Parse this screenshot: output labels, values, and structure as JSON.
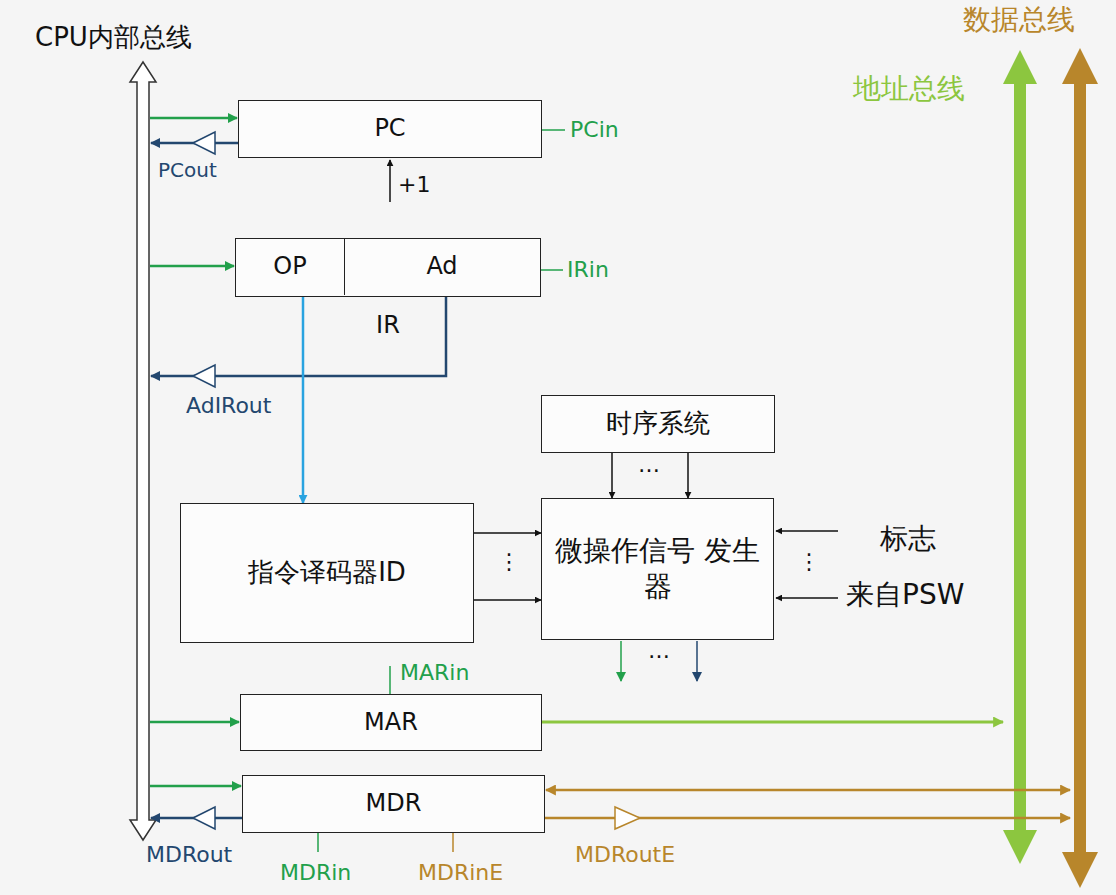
{
  "diagram": {
    "nodes": [
      {
        "text": [
          "PC"
        ]
      },
      {
        "text": [
          "IR"
        ]
      },
      {
        "text": [
          "OP"
        ],
        "in": 1
      },
      {
        "text": [
          "Ad"
        ],
        "in": 1
      },
      {
        "text": [
          "时序系统"
        ]
      },
      {
        "text": [
          "指令译码器ID"
        ]
      },
      {
        "text": [
          "微操作信号 发生器"
        ]
      },
      {
        "text": [
          "MAR"
        ]
      },
      {
        "text": [
          "MDR"
        ]
      }
    ],
    "edges": [
      {
        "from": 2,
        "to": 5,
        "arrow": "to"
      },
      {
        "from": 4,
        "to": 6,
        "arrow": "to"
      },
      {
        "from": 4,
        "to": 6,
        "arrow": "to"
      },
      {
        "from": 5,
        "to": 6,
        "arrow": "to"
      },
      {
        "from": 5,
        "to": 6,
        "arrow": "to"
      }
    ],
    "labels": [
      "CPU内部总线",
      "数据总线",
      "地址总线",
      "PCin",
      "PCout",
      "+1",
      "IRin",
      "AdIRout",
      "…",
      "⋮",
      "⋮",
      "标志",
      "来自PSW",
      "…",
      "MARin",
      "MDRout",
      "MDRin",
      "MDRinE",
      "MDRoutE"
    ]
  }
}
